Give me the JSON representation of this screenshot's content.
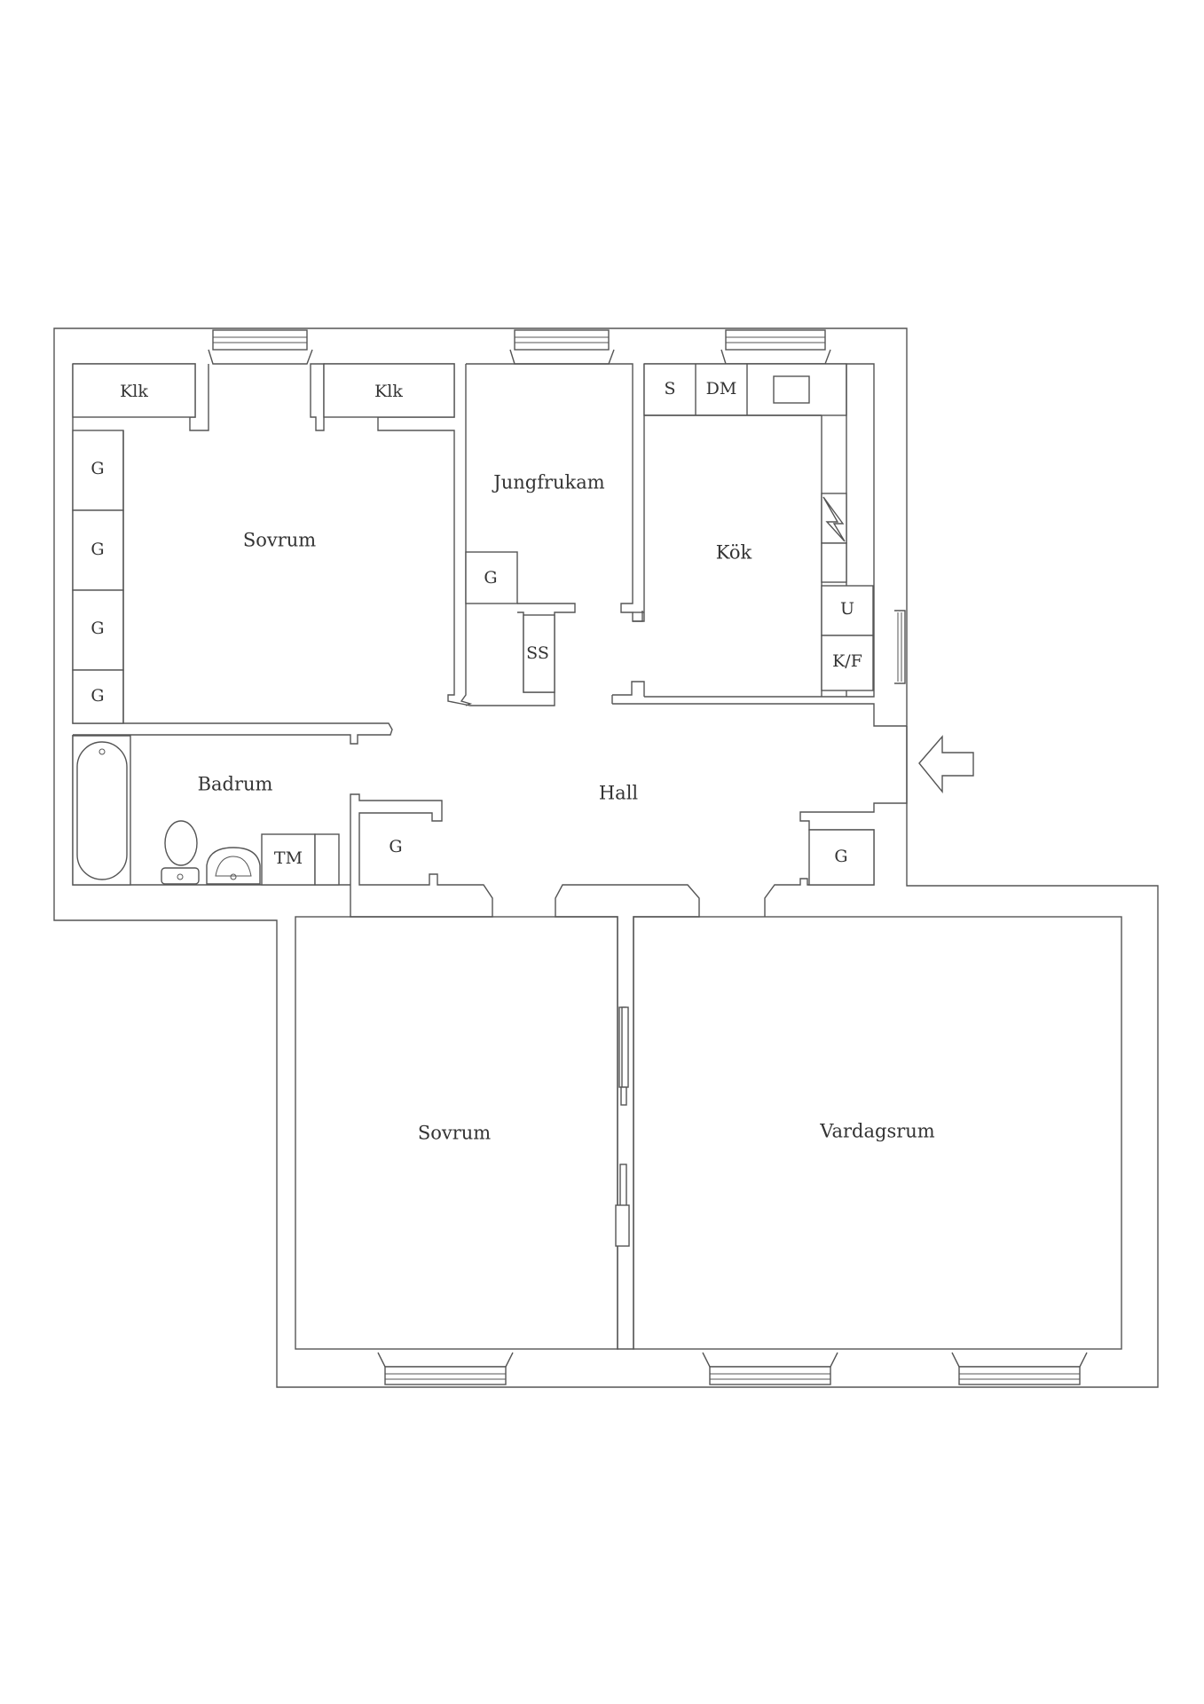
{
  "colors": {
    "line": "#555555",
    "text": "#333333",
    "background": "#ffffff"
  },
  "rooms": {
    "sovrum_top": "Sovrum",
    "jungfrukam": "Jungfrukam",
    "kok": "Kök",
    "badrum": "Badrum",
    "hall": "Hall",
    "sovrum_bottom": "Sovrum",
    "vardagsrum": "Vardagsrum"
  },
  "fixtures": {
    "klk_left": "Klk",
    "klk_right": "Klk",
    "g1": "G",
    "g2": "G",
    "g3": "G",
    "g4": "G",
    "g_jungfrukam": "G",
    "ss": "SS",
    "s": "S",
    "dm": "DM",
    "u": "U",
    "kf": "K/F",
    "tm": "TM",
    "g_hall_left": "G",
    "g_hall_right": "G"
  },
  "icons": {
    "entrance": "entrance-arrow-icon",
    "bathtub": "bathtub-icon",
    "toilet": "toilet-icon",
    "sink": "sink-icon",
    "stove": "stove-icon",
    "chimney": "chimney-icon"
  }
}
